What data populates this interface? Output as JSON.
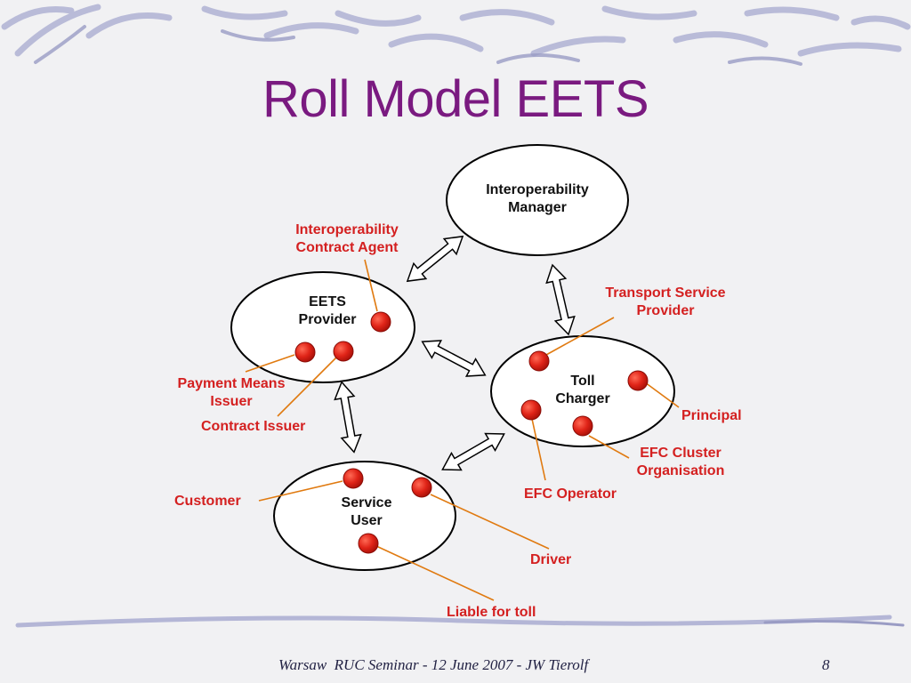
{
  "slide": {
    "title": "Roll Model EETS",
    "footer_text": "Warsaw  RUC Seminar - 12 June 2007 - JW Tierolf",
    "page_number": "8"
  },
  "colors": {
    "title": "#7a1a80",
    "role_label": "#d42020",
    "role_dot": "#e02418",
    "connector_line": "#e07a10",
    "background": "#f1f1f3"
  },
  "diagram": {
    "entities": {
      "interoperability_manager": [
        "Interoperability",
        "Manager"
      ],
      "eets_provider": [
        "EETS",
        "Provider"
      ],
      "toll_charger": [
        "Toll",
        "Charger"
      ],
      "service_user": [
        "Service",
        "User"
      ]
    },
    "roles": {
      "interoperability_contract_agent": [
        "Interoperability",
        "Contract Agent"
      ],
      "transport_service_provider": [
        "Transport Service",
        "Provider"
      ],
      "payment_means_issuer": [
        "Payment Means",
        "Issuer"
      ],
      "contract_issuer": "Contract Issuer",
      "principal": "Principal",
      "efc_cluster_organisation": [
        "EFC Cluster",
        "Organisation"
      ],
      "efc_operator": "EFC Operator",
      "customer": "Customer",
      "driver": "Driver",
      "liable_for_toll": "Liable for toll"
    }
  }
}
